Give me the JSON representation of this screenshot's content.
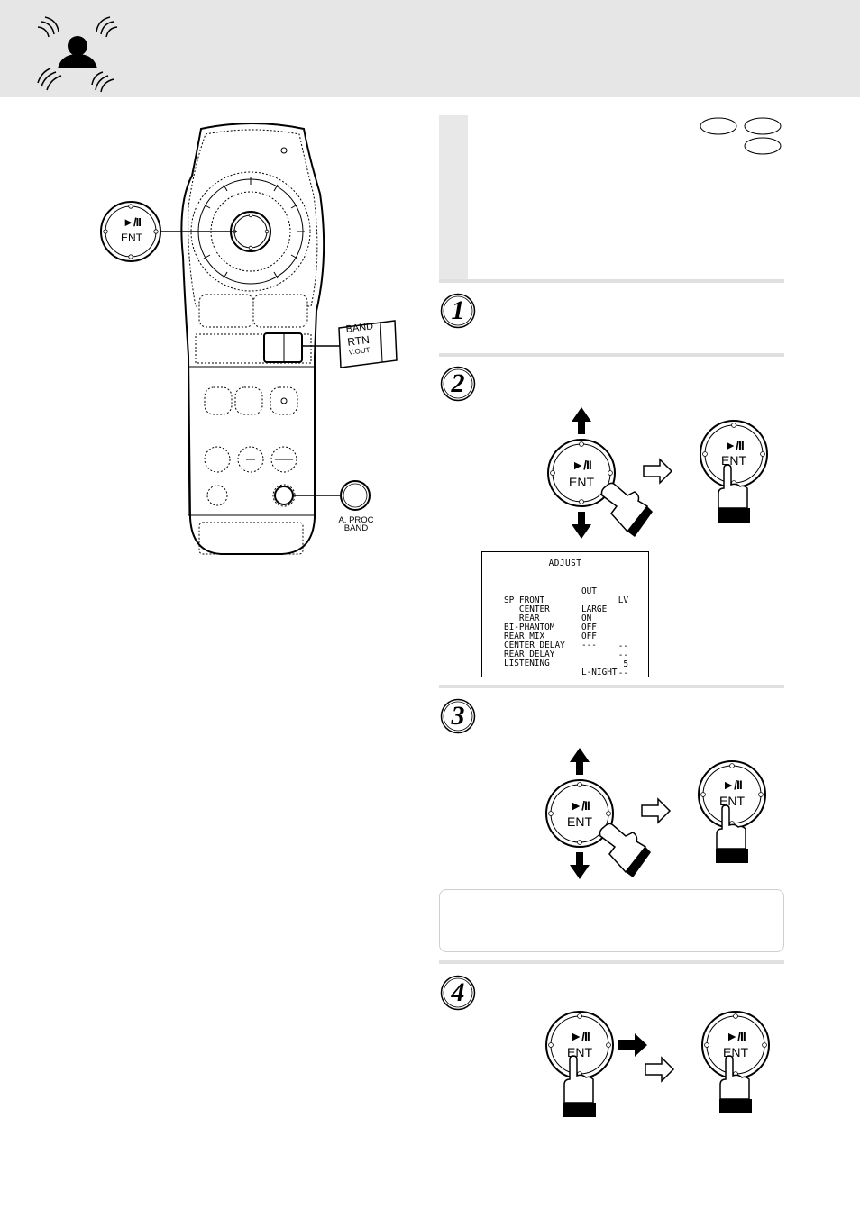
{
  "buttons": {
    "play_pause_symbol": "►/II",
    "ent_label": "ENT"
  },
  "remote": {
    "band_labels": [
      "BAND",
      "RTN",
      "V.OUT"
    ],
    "aproc_labels": [
      "A. PROC",
      "BAND"
    ]
  },
  "steps": {
    "numbers": [
      "1",
      "2",
      "3",
      "4"
    ]
  },
  "osd": {
    "title": "ADJUST",
    "header": {
      "col2": "OUT",
      "col3": "LV"
    },
    "rows": [
      {
        "label": "SP FRONT",
        "value": "LARGE",
        "level": ""
      },
      {
        "label": "   CENTER",
        "value": "ON",
        "level": ""
      },
      {
        "label": "   REAR",
        "value": "OFF",
        "level": ""
      },
      {
        "label": "BI-PHANTOM",
        "value": "OFF",
        "level": "--"
      },
      {
        "label": "REAR MIX",
        "value": "---",
        "level": "--"
      },
      {
        "label": "CENTER DELAY",
        "value": "",
        "level": "5"
      },
      {
        "label": "REAR DELAY",
        "value": "",
        "level": "--"
      },
      {
        "label": "LISTENING",
        "value": "L-NIGHT",
        "level": ""
      }
    ]
  }
}
